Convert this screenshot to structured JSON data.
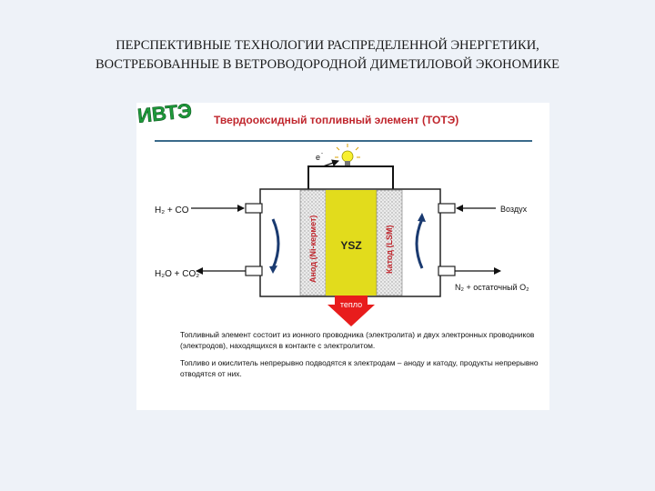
{
  "slide": {
    "title_line1": "ПЕРСПЕКТИВНЫЕ ТЕХНОЛОГИИ РАСПРЕДЕЛЕННОЙ ЭНЕРГЕТИКИ,",
    "title_line2": "ВОСТРЕБОВАННЫЕ В ВЕТРОВОДОРОДНОЙ ДИМЕТИЛОВОЙ ЭКОНОМИКЕ"
  },
  "figure": {
    "logo": "ИВТЭ",
    "heading": "Твердооксидный топливный элемент (ТОТЭ)",
    "electron_label": "e",
    "anode_label": "Анод (Ni-кермет)",
    "electrolyte_label": "YSZ",
    "cathode_label": "Катод (LSM)",
    "fuel_in": "H₂ + CO",
    "exhaust_out": "H₂O + CO₂",
    "air_in": "Воздух",
    "air_out": "N₂ + остаточный O₂",
    "heat_label": "тепло",
    "caption_p1": "Топливный элемент состоит из ионного проводника (электролита) и двух электронных проводников (электродов), находящихся в контакте с электролитом.",
    "caption_p2": "Топливо и окислитель непрерывно подводятся к электродам – аноду и катоду, продукты непрерывно отводятся от них."
  },
  "colors": {
    "electrolyte": "#e2dc1c",
    "heat_arrow": "#e81c1c",
    "underline": "#3a6a8a",
    "logo_green": "#1e9a3a",
    "heading_red": "#c0262d",
    "bulb": "#f8f030"
  }
}
